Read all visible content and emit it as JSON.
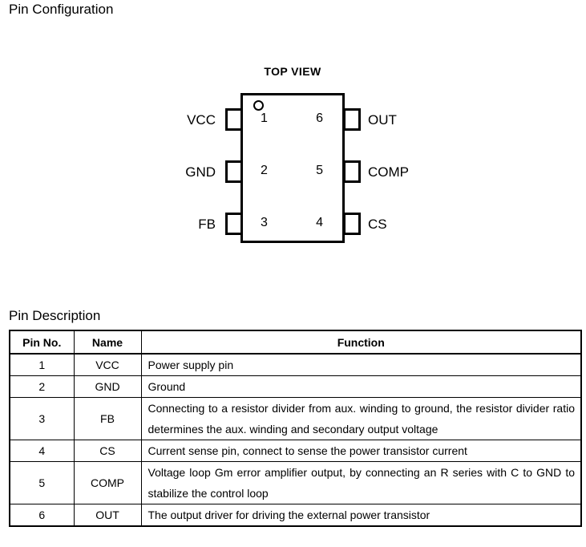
{
  "headings": {
    "pin_configuration": "Pin Configuration",
    "pin_description": "Pin Description"
  },
  "diagram": {
    "view_label": "TOP VIEW",
    "pin1_marker": "pin1-dot",
    "left_pins": [
      {
        "number": "1",
        "name": "VCC"
      },
      {
        "number": "2",
        "name": "GND"
      },
      {
        "number": "3",
        "name": "FB"
      }
    ],
    "right_pins": [
      {
        "number": "6",
        "name": "OUT"
      },
      {
        "number": "5",
        "name": "COMP"
      },
      {
        "number": "4",
        "name": "CS"
      }
    ]
  },
  "table": {
    "columns": [
      "Pin No.",
      "Name",
      "Function"
    ],
    "rows": [
      {
        "pin_no": "1",
        "name": "VCC",
        "function": "Power supply pin"
      },
      {
        "pin_no": "2",
        "name": "GND",
        "function": "Ground"
      },
      {
        "pin_no": "3",
        "name": "FB",
        "function": "Connecting to a resistor divider from aux. winding to ground, the resistor divider ratio determines the aux. winding and secondary output voltage"
      },
      {
        "pin_no": "4",
        "name": "CS",
        "function": "Current sense pin, connect to sense the power transistor current"
      },
      {
        "pin_no": "5",
        "name": "COMP",
        "function": "Voltage loop Gm error amplifier output, by connecting an R series with C to GND to stabilize the control loop"
      },
      {
        "pin_no": "6",
        "name": "OUT",
        "function": "The output driver for driving the external power transistor"
      }
    ]
  },
  "colors": {
    "background": "#ffffff",
    "text": "#000000",
    "rule": "#000000"
  }
}
